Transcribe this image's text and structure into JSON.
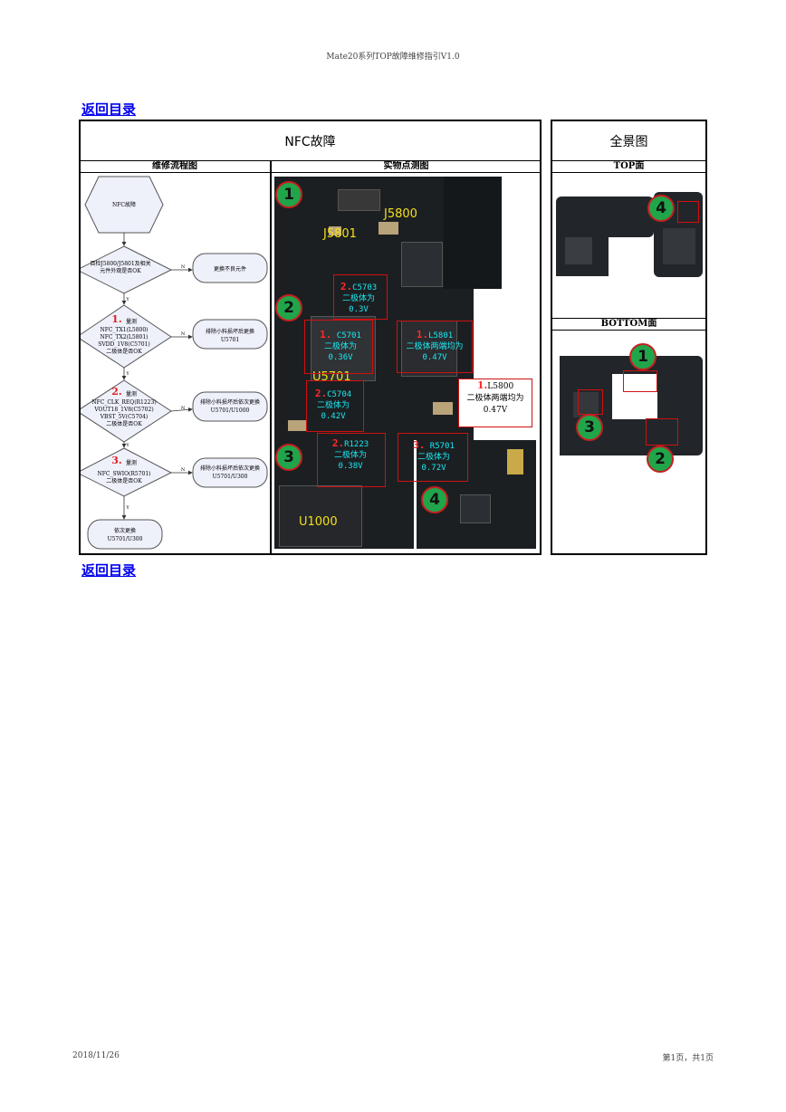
{
  "header": "Mate20系列TOP故障维修指引V1.0",
  "back_link": "返回目录",
  "main_title": "NFC故障",
  "flow_header": "维修流程图",
  "photo_header": "实物点测图",
  "overview_title": "全景图",
  "top_label": "TOP面",
  "bottom_label": "BOTTOM面",
  "flow": {
    "start": "NFC故障",
    "d0": [
      "目检J5800/J5801及相关",
      "元件外观是否OK"
    ],
    "a0": "更换不良元件",
    "d1_num": "1.",
    "d1": [
      "量测",
      "NFC_TX1(L5800)",
      "NFC_TX2(L5801)",
      "SVDD_1V8(C5701)",
      "二极体是否OK"
    ],
    "a1": [
      "排除小料损坏后更换",
      "U5701"
    ],
    "d2_num": "2.",
    "d2": [
      "量测",
      "NFC_CLK_REQ(R1223)",
      "VOUT18_1V8(C5702)",
      "VBST_5V(C5704)",
      "二极体是否OK"
    ],
    "a2": [
      "排除小料损坏后依次更换",
      "U5701/U1000"
    ],
    "d3_num": "3.",
    "d3": [
      "量测",
      "NFC_SWIO(R5701)",
      "二极体是否OK"
    ],
    "a3": [
      "排除小料损坏后依次更换",
      "U5701/U300"
    ],
    "end": [
      "依次更换",
      "U5701/U300"
    ],
    "yes": "Y",
    "no": "N"
  },
  "photo": {
    "j5800": "J5800",
    "j5801": "J5801",
    "u5701": "U5701",
    "u1000": "U1000",
    "c5703": [
      "C5703",
      "二极体为",
      "0.3V"
    ],
    "c5701": [
      "C5701",
      "二极体为",
      "0.36V"
    ],
    "l5801": [
      "L5801",
      "二极体两端均为",
      "0.47V"
    ],
    "l5800": [
      "L5800",
      "二极体两端均为",
      "0.47V"
    ],
    "c5704": [
      "C5704",
      "二极体为",
      "0.42V"
    ],
    "r1223": [
      "R1223",
      "二极体为",
      "0.38V"
    ],
    "r5701": [
      "R5701",
      "二极体为",
      "0.72V"
    ],
    "n1": "1",
    "n2": "2",
    "n3": "3",
    "n4": "4"
  },
  "footer_date": "2018/11/26",
  "footer_page": "第1页，共1页"
}
